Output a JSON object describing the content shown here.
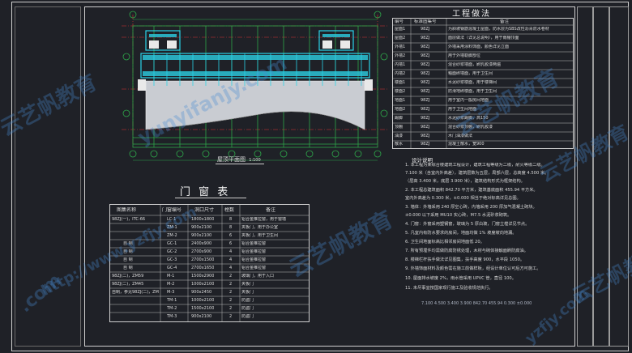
{
  "plan": {
    "title": "屋顶平面图",
    "scale": "1:100"
  },
  "eng": {
    "title": "工程做法",
    "headers": [
      "编号",
      "标准图集号",
      "备注"
    ],
    "rows": [
      {
        "code": "屋面1",
        "std": "98ZJ",
        "note": "为斜坡钢筋混凝土屋面，防水层为SBS改性沥青防水卷材"
      },
      {
        "code": "屋面2",
        "std": "98ZJ",
        "note": "面层做法（详见总说明），用于雨棚顶面"
      },
      {
        "code": "外墙1",
        "std": "98ZJ",
        "note": "外墙采用涂料饰面，颜色详见立面"
      },
      {
        "code": "外墙2",
        "std": "98ZJ",
        "note": "用于外墙勒脚部位"
      },
      {
        "code": "内墙1",
        "std": "98ZJ",
        "note": "混合砂浆墙面，刷乳胶漆两遍"
      },
      {
        "code": "内墙2",
        "std": "98ZJ",
        "note": "釉面砖墙面，用于卫生间"
      },
      {
        "code": "楼面1",
        "std": "98ZJ",
        "note": "水泥砂浆楼面，用于楼梯间"
      },
      {
        "code": "楼面2",
        "std": "98ZJ",
        "note": "防滑地砖楼面，用于卫生间"
      },
      {
        "code": "地面1",
        "std": "98ZJ",
        "note": "用于室内一般房间地面"
      },
      {
        "code": "地面2",
        "std": "98ZJ",
        "note": "用于卫生间地面"
      },
      {
        "code": "踢脚",
        "std": "98ZJ",
        "note": "水泥砂浆踢脚，高150"
      },
      {
        "code": "顶棚",
        "std": "98ZJ",
        "note": "混合砂浆顶棚，刷乳胶漆"
      },
      {
        "code": "油漆",
        "std": "98ZJ",
        "note": "木门油漆做法"
      },
      {
        "code": "散水",
        "std": "98ZJ",
        "note": "混凝土散水，宽900"
      }
    ]
  },
  "notes": {
    "title": "设计说明",
    "lines": [
      "1. 本工程为某综合楼建筑工程设计，建筑工程等级为二级，耐火等级二级。",
      "   7.100 米（含室内外高差），建筑层数为五层，局部六层，总高度 4.500 米。",
      "   （层高 3.400 米，底层 3.900 米），建筑结构形式为框架结构。",
      "2. 本工程总建筑面积 842.70 平方米，建筑基底面积 455.94 平方米。",
      "   室内外高差为 0.300 米，±0.000 相当于绝对标高详见总图。",
      "3. 墙体：外墙采用 240 厚空心砖，内墙采用 200 厚加气混凝土砌块。",
      "   ±0.000 以下采用 MU10 实心砖，M7.5 水泥砂浆砌筑。",
      "4. 门窗：外窗采用塑钢窗，玻璃为 5 厚白玻，门窗立樘详见节点。",
      "5. 凡室内有防水要求的房间，地面均做 1% 坡度坡向地漏。",
      "6. 卫生间地面标高比相邻房间地面低 20。",
      "7. 所有预埋件均需做防腐防锈处理，木材与砌体接触面刷防腐油。",
      "8. 楼梯栏杆扶手做法详见图集，扶手高度 900，水平段 1050。",
      "9. 外墙饰面材料及颜色需在施工前做样板，经设计单位认可后方可施工。",
      "10. 屋面排水坡度 2%，雨水管采用 UPVC 管，直径 100。",
      "11. 未尽事宜按国家现行施工及验收规范执行。"
    ],
    "hl": [
      {
        "text": "7.100"
      },
      {
        "text": "4.500"
      },
      {
        "text": "3.400"
      },
      {
        "text": "3.900"
      },
      {
        "text": "842.70"
      },
      {
        "text": "455.94"
      },
      {
        "text": "0.300"
      },
      {
        "text": "±0.000"
      }
    ]
  },
  "doors": {
    "title": "门 窗 表",
    "headers": [
      "图集名称",
      "门窗编号",
      "洞口尺寸",
      "樘数",
      "备注"
    ],
    "rows": [
      {
        "atlas": "98ZJ(一)，ITC-66",
        "code": "LC-1",
        "size": "1800x1800",
        "qty": "8",
        "note": "铝合金推拉窗，用于窗墙"
      },
      {
        "atlas": "",
        "code": "ZM-1",
        "size": "900x2100",
        "qty": "8",
        "note": "夹板门，用于办公室"
      },
      {
        "atlas": "",
        "code": "ZM-2",
        "size": "900x2100",
        "qty": "6",
        "note": "夹板门，用于卫生间"
      },
      {
        "atlas": "自 制",
        "code": "GC-1",
        "size": "2400x900",
        "qty": "6",
        "note": "铝合金推拉窗"
      },
      {
        "atlas": "自 制",
        "code": "GC-2",
        "size": "2700x900",
        "qty": "4",
        "note": "铝合金推拉窗"
      },
      {
        "atlas": "自 制",
        "code": "GC-3",
        "size": "2700x1500",
        "qty": "4",
        "note": "铝合金推拉窗"
      },
      {
        "atlas": "自 制",
        "code": "GC-4",
        "size": "2700x1650",
        "qty": "4",
        "note": "铝合金推拉窗"
      },
      {
        "atlas": "98ZJ(二)，ZM59",
        "code": "M-1",
        "size": "1500x2900",
        "qty": "2",
        "note": "玻璃门，用于入口"
      },
      {
        "atlas": "98ZJ(二)，ZM45",
        "code": "M-2",
        "size": "1000x2100",
        "qty": "2",
        "note": "夹板门"
      },
      {
        "atlas": "自制，参见98ZJ(二)，ZM58",
        "code": "M-3",
        "size": "900x2450",
        "qty": "2",
        "note": "夹板门"
      },
      {
        "atlas": "",
        "code": "TM-1",
        "size": "1000x2100",
        "qty": "2",
        "note": "防盗门"
      },
      {
        "atlas": "",
        "code": "TM-2",
        "size": "1500x2100",
        "qty": "2",
        "note": "防盗门"
      },
      {
        "atlas": "",
        "code": "TM-3",
        "size": "900x2100",
        "qty": "2",
        "note": "防盗门"
      }
    ]
  },
  "watermarks": [
    {
      "text": "云艺帆教育"
    },
    {
      "text": "云艺帆教育"
    },
    {
      "text": "云艺帆教育"
    },
    {
      "text": "云艺帆教育"
    },
    {
      "text": "云艺帆教育"
    },
    {
      "text": "yunyifanjy.com"
    },
    {
      "text": "http://www.yzfjy.com"
    },
    {
      "text": "yzfjy.com"
    },
    {
      "text": ".com"
    }
  ]
}
